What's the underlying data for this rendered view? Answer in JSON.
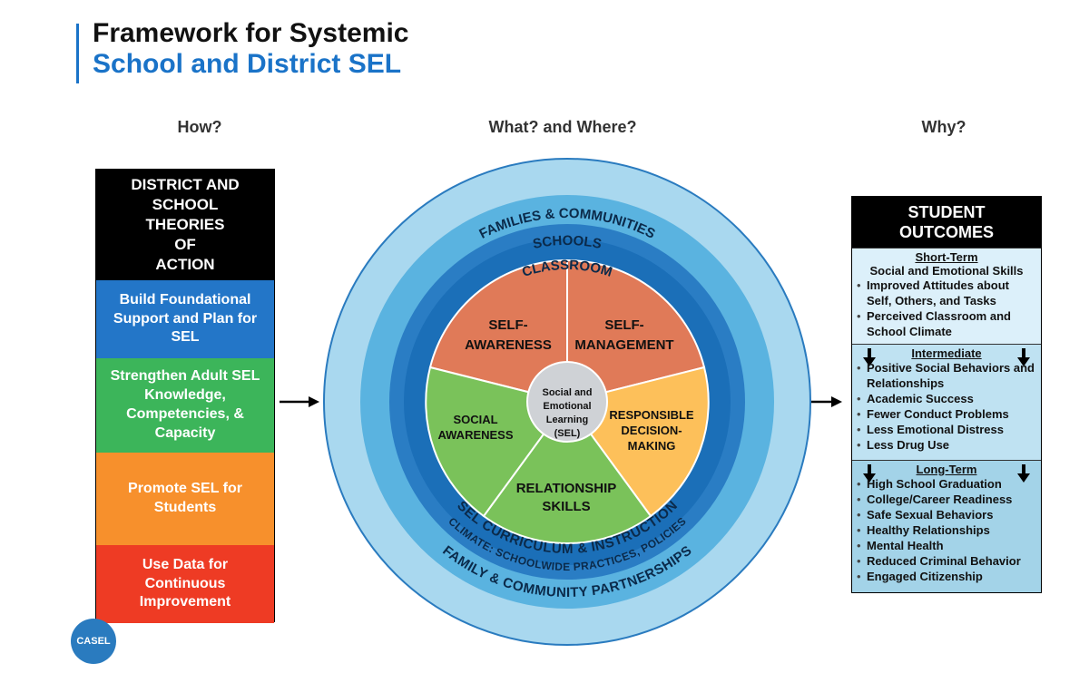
{
  "title": {
    "line1": "Framework for Systemic",
    "line2": "School and District SEL"
  },
  "columns": {
    "how": "How?",
    "what": "What? and Where?",
    "why": "Why?"
  },
  "left": {
    "header": "DISTRICT AND\nSCHOOL\nTHEORIES\nOF\nACTION",
    "items": [
      "Build Foundational\nSupport and Plan for\nSEL",
      "Strengthen Adult SEL\nKnowledge,\nCompetencies, &\nCapacity",
      "Promote SEL for\nStudents",
      "Use Data for\nContinuous\nImprovement"
    ]
  },
  "circle": {
    "ring_outer_top": "FAMILIES & COMMUNITIES",
    "ring_schools": "SCHOOLS",
    "ring_classroom": "CLASSROOM",
    "ring_curriculum": "SEL CURRICULUM & INSTRUCTION",
    "ring_climate": "CLIMATE: SCHOOLWIDE PRACTICES, POLICIES",
    "ring_outer_bottom": "FAMILY & COMMUNITY PARTNERSHIPS",
    "center": [
      "Social and",
      "Emotional",
      "Learning",
      "(SEL)"
    ],
    "segments": {
      "self_awareness": [
        "SELF-",
        "AWARENESS"
      ],
      "self_management": [
        "SELF-",
        "MANAGEMENT"
      ],
      "responsible": [
        "RESPONSIBLE",
        "DECISION-",
        "MAKING"
      ],
      "relationship": [
        "RELATIONSHIP",
        "SKILLS"
      ],
      "social": [
        "SOCIAL",
        "AWARENESS"
      ]
    }
  },
  "right": {
    "header": "STUDENT\nOUTCOMES",
    "short_term": {
      "title": "Short-Term",
      "subtitle": "Social and Emotional Skills",
      "items": [
        "Improved Attitudes about Self, Others, and Tasks",
        "Perceived  Classroom and School Climate"
      ]
    },
    "intermediate": {
      "title": "Intermediate",
      "items": [
        "Positive Social Behaviors and Relationships",
        "Academic Success",
        "Fewer Conduct Problems",
        "Less Emotional Distress",
        "Less Drug Use"
      ]
    },
    "long_term": {
      "title": "Long-Term",
      "items": [
        "High School Graduation",
        "College/Career Readiness",
        "Safe Sexual Behaviors",
        "Healthy Relationships",
        "Mental Health",
        "Reduced Criminal Behavior",
        "Engaged Citizenship"
      ]
    }
  },
  "logo": "CASEL",
  "colors": {
    "blue": "#2376c8",
    "green": "#3cb55a",
    "orange": "#f7902c",
    "red": "#ee3b24",
    "seg_orange": "#e07a58",
    "seg_yellow": "#fdc05a",
    "seg_green": "#7ac25a"
  }
}
